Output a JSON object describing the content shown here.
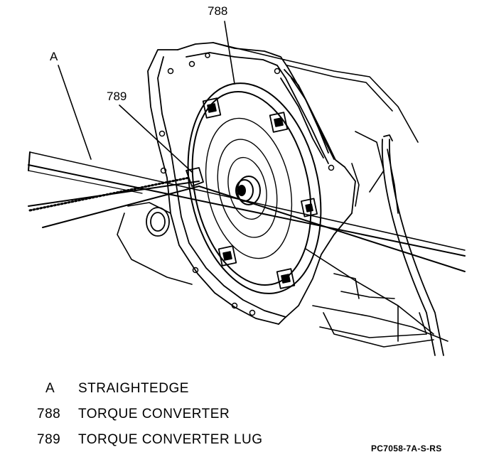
{
  "callouts": {
    "a": "A",
    "n788": "788",
    "n789": "789"
  },
  "legend": [
    {
      "key": "A",
      "desc": "STRAIGHTEDGE"
    },
    {
      "key": "788",
      "desc": "TORQUE CONVERTER"
    },
    {
      "key": "789",
      "desc": "TORQUE CONVERTER LUG"
    }
  ],
  "figure_code": "PC7058-7A-S-RS"
}
